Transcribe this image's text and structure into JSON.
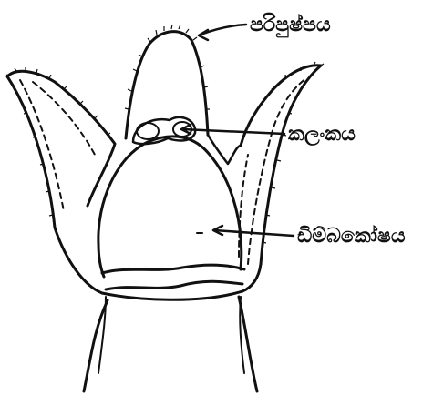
{
  "labels": {
    "perianth": "පරිපුෂ්පය",
    "stigma": "කලංකය",
    "ovary": "ඩිම්බකෝෂය"
  }
}
